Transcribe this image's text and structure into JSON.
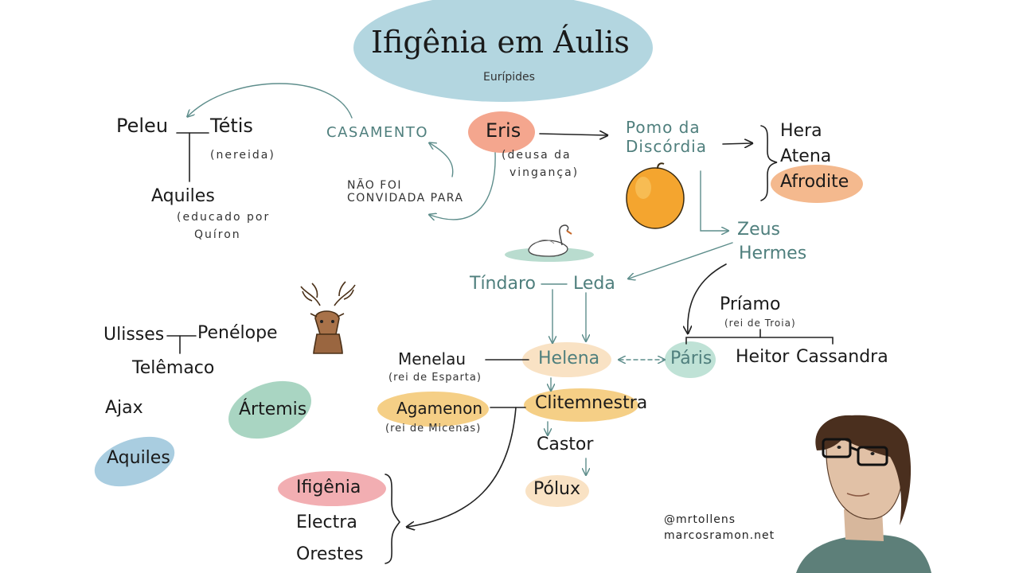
{
  "title": "Ifigênia em Áulis",
  "author": "Eurípides",
  "nodes": {
    "peleu": "Peleu",
    "tetis": "Tétis",
    "tetis_note": "(nereida)",
    "aquiles_top": "Aquiles",
    "aquiles_note1": "(educado por",
    "aquiles_note2": "Quíron",
    "casamento": "CASAMENTO",
    "nao_foi1": "NÃO FOI",
    "nao_foi2": "CONVIDADA PARA",
    "eris": "Eris",
    "eris_note1": "(deusa da",
    "eris_note2": "vingança)",
    "pomo1": "Pomo da",
    "pomo2": "Discórdia",
    "hera": "Hera",
    "atena": "Atena",
    "afrodite": "Afrodite",
    "zeus": "Zeus",
    "hermes": "Hermes",
    "tindaro": "Tíndaro",
    "leda": "Leda",
    "priamo": "Príamo",
    "priamo_note": "(rei de Troia)",
    "heitor": "Heitor",
    "cassandra": "Cassandra",
    "paris": "Páris",
    "helena": "Helena",
    "menelau": "Menelau",
    "menelau_note": "(rei de Esparta)",
    "agamenon": "Agamenon",
    "agamenon_note": "(rei de Micenas)",
    "clitemnestra": "Clitemnestra",
    "castor": "Castor",
    "polux": "Pólux",
    "ulisses": "Ulisses",
    "penelope": "Penélope",
    "telemaco": "Telêmaco",
    "ajax": "Ajax",
    "aquiles_bottom": "Aquiles",
    "artemis": "Ártemis",
    "ifigenia": "Ifigênia",
    "electra": "Electra",
    "orestes": "Orestes"
  },
  "credits": {
    "handle": "@mrtollens",
    "site": "marcosramon.net"
  },
  "colors": {
    "title_blob": "#b3d6e0",
    "eris_blob": "#f4a68e",
    "afrodite_blob": "#f4b98e",
    "helena_blob": "#f9e2c4",
    "paris_blob": "#bfe2d6",
    "agamenon_blob": "#f5cf86",
    "clitemnestra_blob": "#f5cf86",
    "polux_blob": "#f9e2c4",
    "artemis_blob": "#a9d5c2",
    "aquiles_blob": "#a9cde0",
    "ifigenia_blob": "#f2aeb2",
    "teal_text": "#4f7f7d",
    "apple": "#f4a52f"
  },
  "icons": [
    "apple-icon",
    "swan-icon",
    "deer-icon",
    "portrait-illustration"
  ]
}
